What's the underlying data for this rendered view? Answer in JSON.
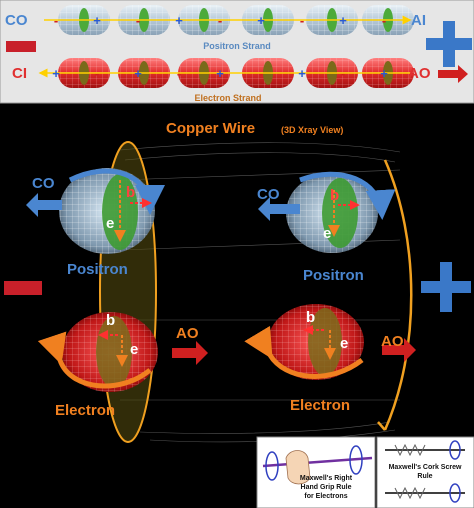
{
  "top_panel": {
    "positron_strand": {
      "left_label": "CO",
      "right_label": "AI",
      "strand_label": "Positron Strand",
      "charges": [
        "-",
        "+",
        "-",
        "+",
        "-",
        "+",
        "-",
        "+",
        "-"
      ]
    },
    "electron_strand": {
      "left_label": "CI",
      "right_label": "AO",
      "strand_label": "Electron Strand",
      "charges": [
        "+",
        "-",
        "+",
        "-",
        "+",
        "-",
        "+",
        "-",
        "+"
      ]
    },
    "left_sign": "-",
    "right_sign": "+"
  },
  "main_panel": {
    "title": "Copper Wire",
    "subtitle": "(3D Xray View)",
    "left_sign": "-",
    "right_sign": "+",
    "positron_left": {
      "label": "Positron",
      "flow": "CO",
      "b": "b",
      "e": "e"
    },
    "positron_right": {
      "label": "Positron",
      "flow": "CO",
      "b": "b",
      "e": "e"
    },
    "electron_left": {
      "label": "Electron",
      "flow": "AO",
      "b": "b",
      "e": "e"
    },
    "electron_right": {
      "label": "Electron",
      "flow": "AO",
      "b": "b",
      "e": "e"
    }
  },
  "inset_left": {
    "caption_line1": "Maxwell's Right",
    "caption_line2": "Hand Grip Rule",
    "caption_line3": "for Electrons"
  },
  "inset_right": {
    "caption_line1": "Maxwell's Cork Screw",
    "caption_line2": "Rule"
  },
  "colors": {
    "positron_cyl": "#b9cfe0",
    "electron_cyl": "#e23030",
    "core_green": "#4caa3a",
    "core_olive": "#7a6a1a",
    "plus_blue": "#3a78c8",
    "minus_red": "#c8202a",
    "wire_orange": "#f0a020",
    "label_blue": "#4a86d0",
    "label_orange": "#f08020"
  }
}
